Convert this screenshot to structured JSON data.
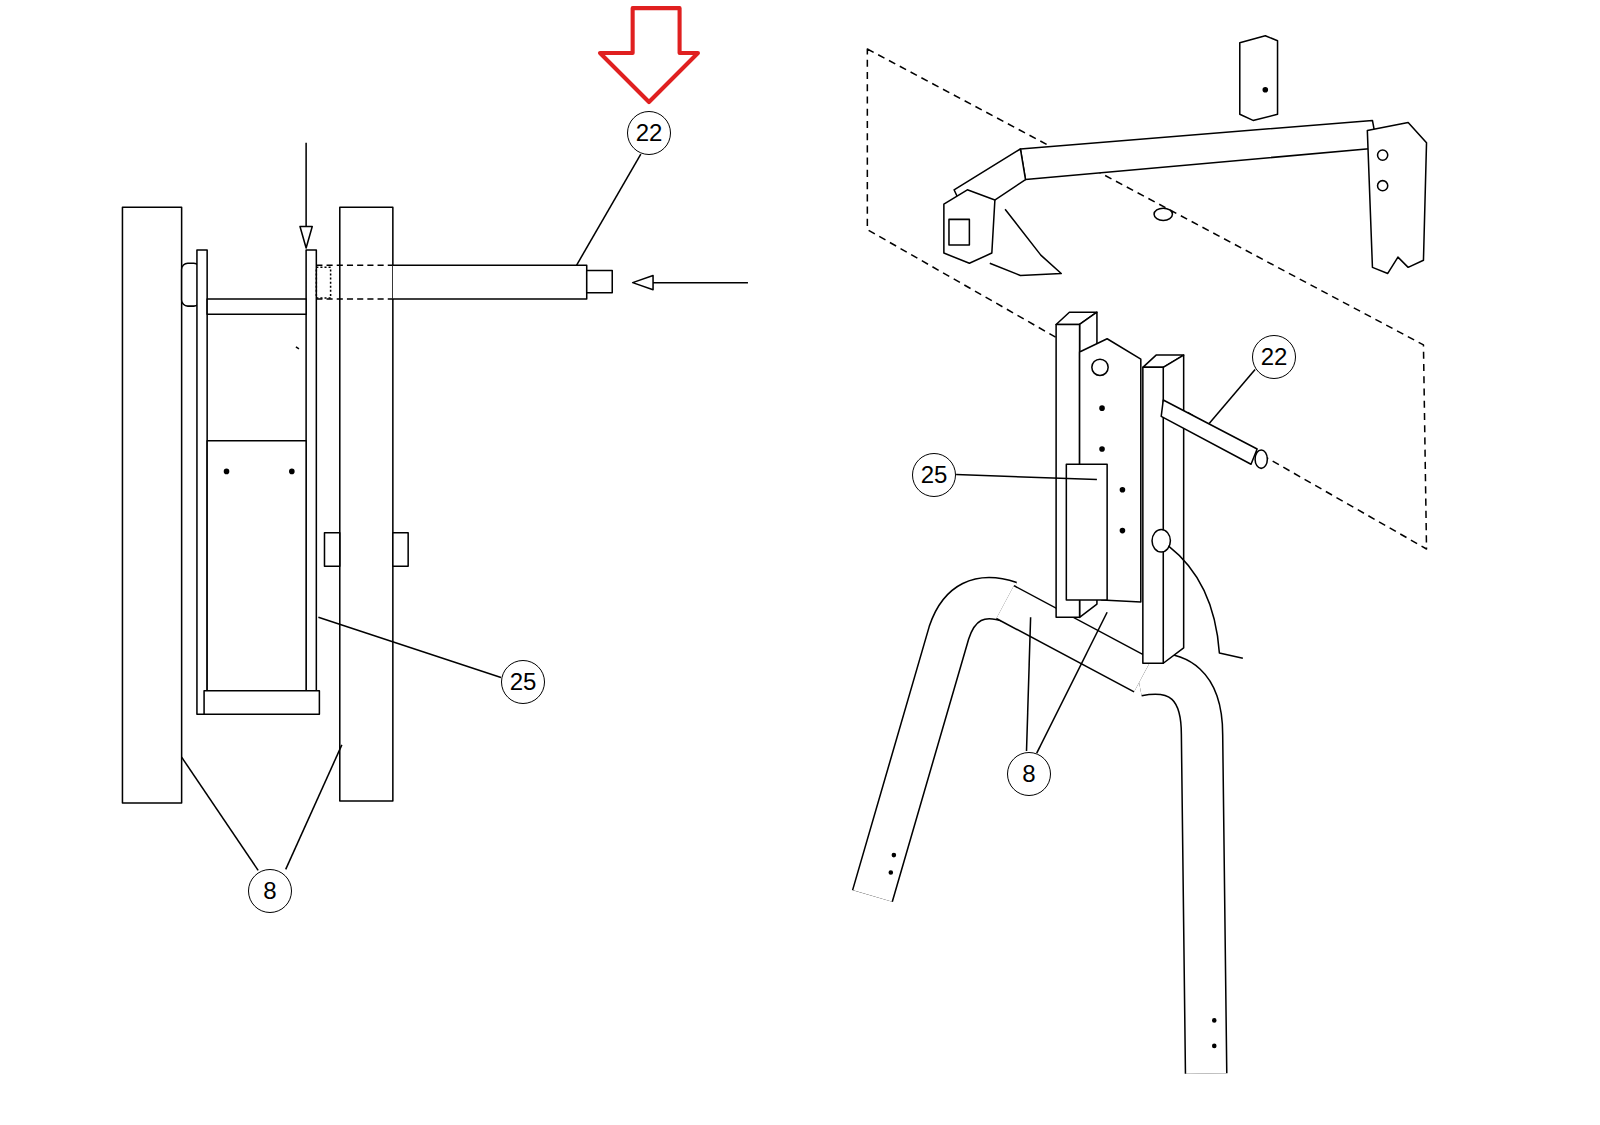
{
  "diagram": {
    "nodes": [
      {
        "text": [
          "22"
        ]
      },
      {
        "text": [
          "25"
        ]
      },
      {
        "text": [
          "8"
        ]
      },
      {
        "text": [
          "22"
        ]
      },
      {
        "text": [
          "25"
        ]
      },
      {
        "text": [
          "8"
        ]
      }
    ]
  }
}
